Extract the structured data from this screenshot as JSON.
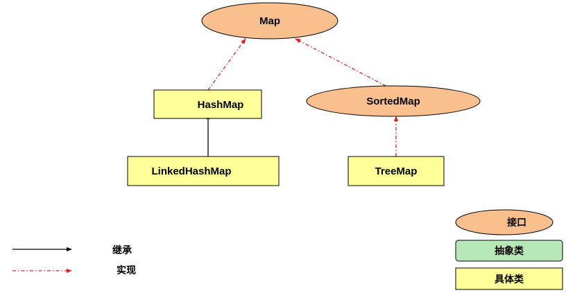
{
  "nodes": {
    "map": {
      "label": "Map",
      "kind": "interface"
    },
    "hashmap": {
      "label": "HashMap",
      "kind": "concrete-class"
    },
    "sortedmap": {
      "label": "SortedMap",
      "kind": "interface"
    },
    "linkedhashmap": {
      "label": "LinkedHashMap",
      "kind": "concrete-class"
    },
    "treemap": {
      "label": "TreeMap",
      "kind": "concrete-class"
    }
  },
  "edges": [
    {
      "from": "hashmap",
      "to": "map",
      "type": "realization"
    },
    {
      "from": "sortedmap",
      "to": "map",
      "type": "realization"
    },
    {
      "from": "linkedhashmap",
      "to": "hashmap",
      "type": "inheritance"
    },
    {
      "from": "treemap",
      "to": "sortedmap",
      "type": "realization"
    }
  ],
  "legend": {
    "inheritance_label": "继承",
    "realization_label": "实现",
    "interface_label": "接口",
    "abstract_label": "抽象类",
    "concrete_label": "具体类"
  },
  "colors": {
    "interface_fill": "#f9c08e",
    "abstract_fill": "#b8e7b8",
    "concrete_fill": "#ffff99",
    "outline": "#000000",
    "realization_arrow": "#e02020",
    "inheritance_arrow": "#000000"
  }
}
